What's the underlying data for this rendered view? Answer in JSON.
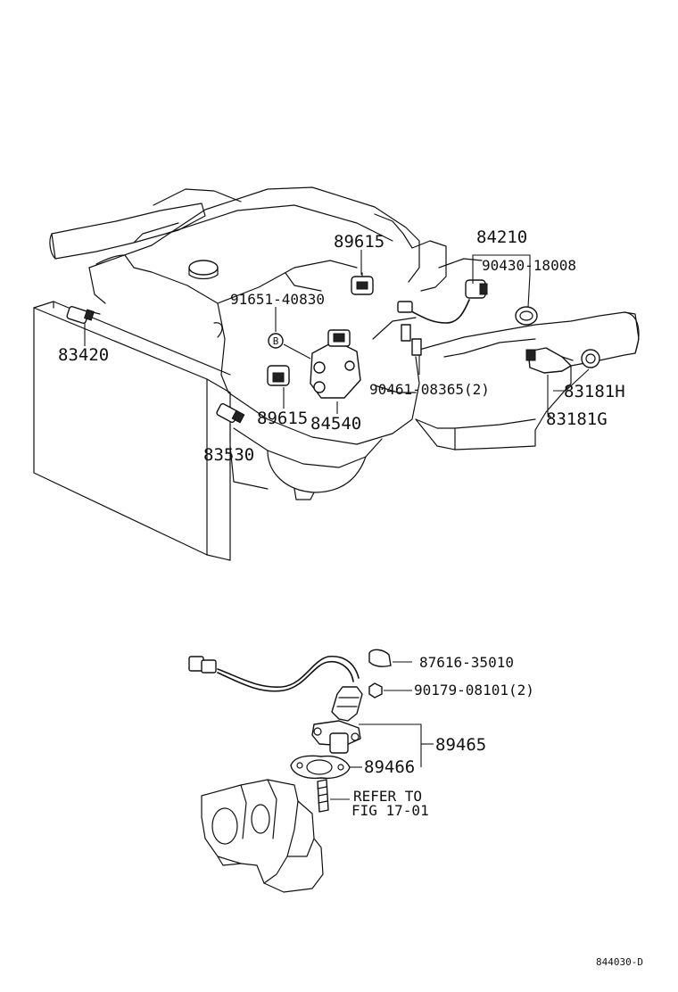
{
  "diagram": {
    "labels": {
      "p89615_top": "89615",
      "p84210": "84210",
      "p90430": "90430-18008",
      "p91651": "91651-40830",
      "p83420": "83420",
      "p90461": "90461-08365(2)",
      "p83181h": "83181H",
      "p89615_low": "89615",
      "p84540": "84540",
      "p83181g": "83181G",
      "p83530": "83530",
      "p87616": "87616-35010",
      "p90179": "90179-08101(2)",
      "p89465": "89465",
      "p89466": "89466",
      "refer_1": "REFER TO",
      "refer_2": "FIG 17-01",
      "ref_code": "844030-D",
      "marker_b": "B"
    }
  }
}
